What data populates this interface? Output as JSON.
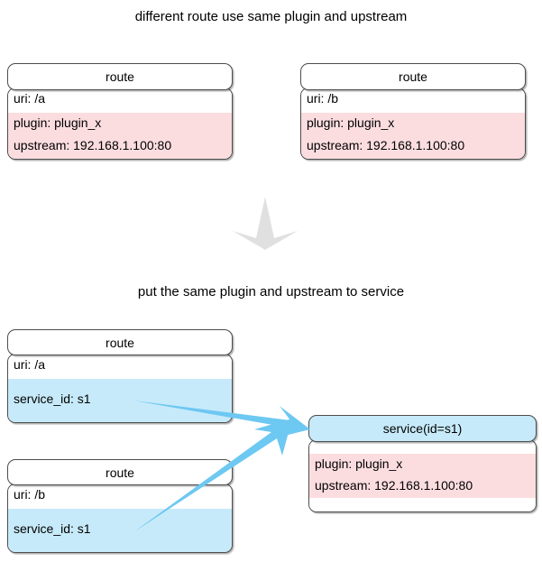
{
  "diagram": {
    "title_top": "different route use same plugin and upstream",
    "title_bottom": "put the same plugin and upstream to service",
    "colors": {
      "pink": "#fbdde0",
      "light_blue": "#c7eafa",
      "arrow_blue": "#6dc8f2",
      "gray_arrow": "#e0e0e0",
      "border": "#4d4d4d",
      "background": "#ffffff"
    },
    "top_section": {
      "route_a": {
        "header": "route",
        "uri": "uri: /a",
        "plugin": "plugin: plugin_x",
        "upstream": "upstream: 192.168.1.100:80"
      },
      "route_b": {
        "header": "route",
        "uri": "uri: /b",
        "plugin": "plugin: plugin_x",
        "upstream": "upstream: 192.168.1.100:80"
      }
    },
    "bottom_section": {
      "route_a": {
        "header": "route",
        "uri": "uri: /a",
        "service_id": "service_id: s1"
      },
      "route_b": {
        "header": "route",
        "uri": "uri: /b",
        "service_id": "service_id: s1"
      },
      "service": {
        "header": "service(id=s1)",
        "plugin": "plugin: plugin_x",
        "upstream": "upstream: 192.168.1.100:80"
      }
    },
    "transition_arrow": "down-arrow-icon",
    "link_arrows": [
      "route-a-to-service-arrow",
      "route-b-to-service-arrow"
    ]
  }
}
